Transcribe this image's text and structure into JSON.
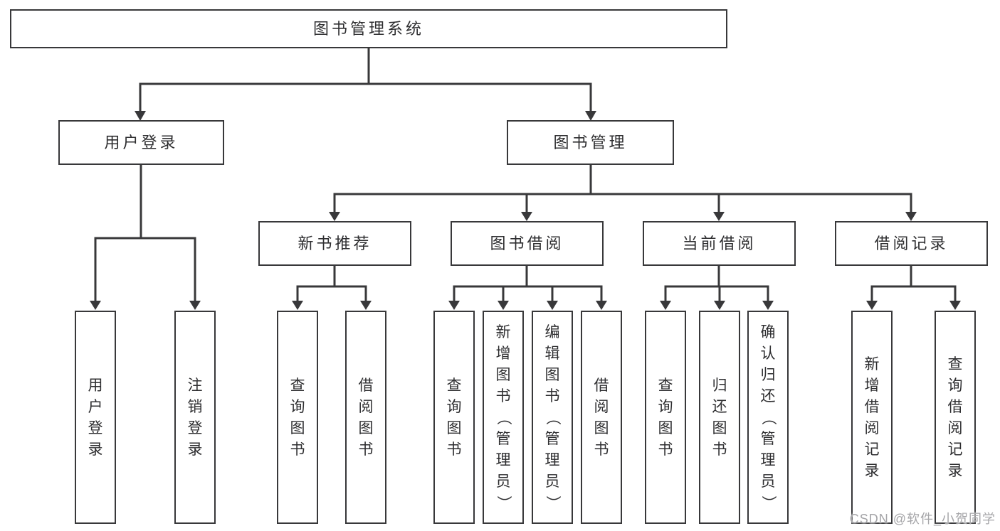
{
  "colors": {
    "line": "#38383a",
    "text": "#2e2e30",
    "watermark": "#a5a5a8"
  },
  "diagram": {
    "title": "图书管理系统",
    "user_login": {
      "label": "用户登录",
      "children": [
        "用户登录",
        "注销登录"
      ]
    },
    "book_management": {
      "label": "图书管理",
      "sections": [
        {
          "label": "新书推荐",
          "children": [
            "查询图书",
            "借阅图书"
          ]
        },
        {
          "label": "图书借阅",
          "children": [
            "查询图书",
            "新增图书（管理员）",
            "编辑图书（管理员）",
            "借阅图书"
          ]
        },
        {
          "label": "当前借阅",
          "children": [
            "查询图书",
            "归还图书",
            "确认归还（管理员）"
          ]
        },
        {
          "label": "借阅记录",
          "children": [
            "新增借阅记录",
            "查询借阅记录"
          ]
        }
      ]
    }
  },
  "watermark": {
    "text": "CSDN @软件_小贺同学"
  }
}
